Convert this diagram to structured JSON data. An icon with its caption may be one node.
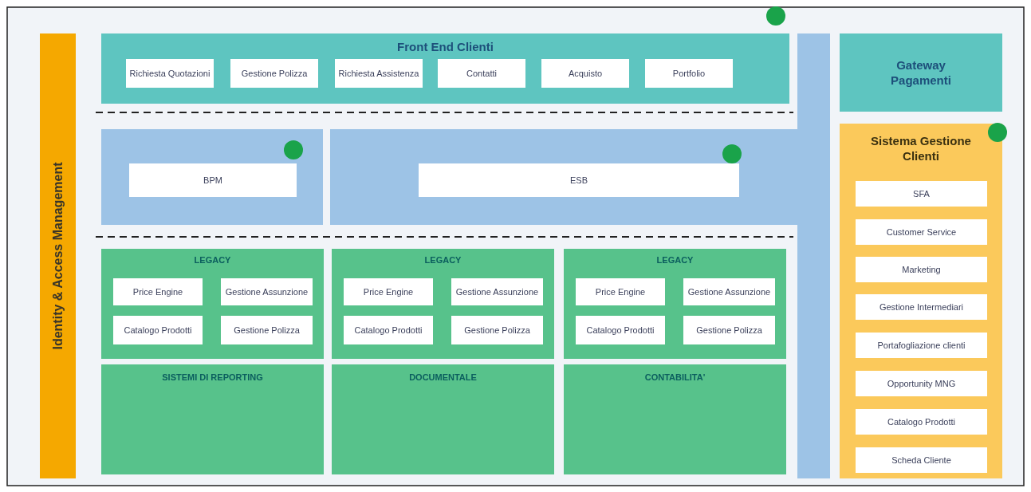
{
  "diagram": {
    "nodes": [
      {
        "text": [
          "Identity & Access Management"
        ]
      },
      {
        "text": [
          "Front End Clienti"
        ]
      },
      {
        "text": [
          "Richiesta Quotazioni"
        ],
        "in": 1
      },
      {
        "text": [
          "Gestione Polizza"
        ],
        "in": 1
      },
      {
        "text": [
          "Richiesta Assistenza"
        ],
        "in": 1
      },
      {
        "text": [
          "Contatti"
        ],
        "in": 1
      },
      {
        "text": [
          "Acquisto"
        ],
        "in": 1
      },
      {
        "text": [
          "Portfolio"
        ],
        "in": 1
      },
      {
        "text": [
          "Gateway Pagamenti"
        ]
      },
      {
        "text": [
          "BPM"
        ]
      },
      {
        "text": [
          "ESB"
        ]
      },
      {
        "text": [
          "Sistema Gestione Clienti"
        ]
      },
      {
        "text": [
          "SFA"
        ],
        "in": 11
      },
      {
        "text": [
          "Customer Service"
        ],
        "in": 11
      },
      {
        "text": [
          "Marketing"
        ],
        "in": 11
      },
      {
        "text": [
          "Gestione Intermediari"
        ],
        "in": 11
      },
      {
        "text": [
          "Portafogliazione clienti"
        ],
        "in": 11
      },
      {
        "text": [
          "Opportunity MNG"
        ],
        "in": 11
      },
      {
        "text": [
          "Catalogo Prodotti"
        ],
        "in": 11
      },
      {
        "text": [
          "Scheda Cliente"
        ],
        "in": 11
      },
      {
        "text": [
          "LEGACY"
        ]
      },
      {
        "text": [
          "Price Engine"
        ],
        "in": 20
      },
      {
        "text": [
          "Gestione Assunzione"
        ],
        "in": 20
      },
      {
        "text": [
          "Catalogo Prodotti"
        ],
        "in": 20
      },
      {
        "text": [
          "Gestione Polizza"
        ],
        "in": 20
      },
      {
        "text": [
          "LEGACY"
        ]
      },
      {
        "text": [
          "Price Engine"
        ],
        "in": 25
      },
      {
        "text": [
          "Gestione Assunzione"
        ],
        "in": 25
      },
      {
        "text": [
          "Catalogo Prodotti"
        ],
        "in": 25
      },
      {
        "text": [
          "Gestione Polizza"
        ],
        "in": 25
      },
      {
        "text": [
          "LEGACY"
        ]
      },
      {
        "text": [
          "Price Engine"
        ],
        "in": 30
      },
      {
        "text": [
          "Gestione Assunzione"
        ],
        "in": 30
      },
      {
        "text": [
          "Catalogo Prodotti"
        ],
        "in": 30
      },
      {
        "text": [
          "Gestione Polizza"
        ],
        "in": 30
      },
      {
        "text": [
          "SISTEMI DI REPORTING"
        ]
      },
      {
        "text": [
          "DOCUMENTALE"
        ]
      },
      {
        "text": [
          "CONTABILITA'"
        ]
      }
    ],
    "edges": []
  }
}
